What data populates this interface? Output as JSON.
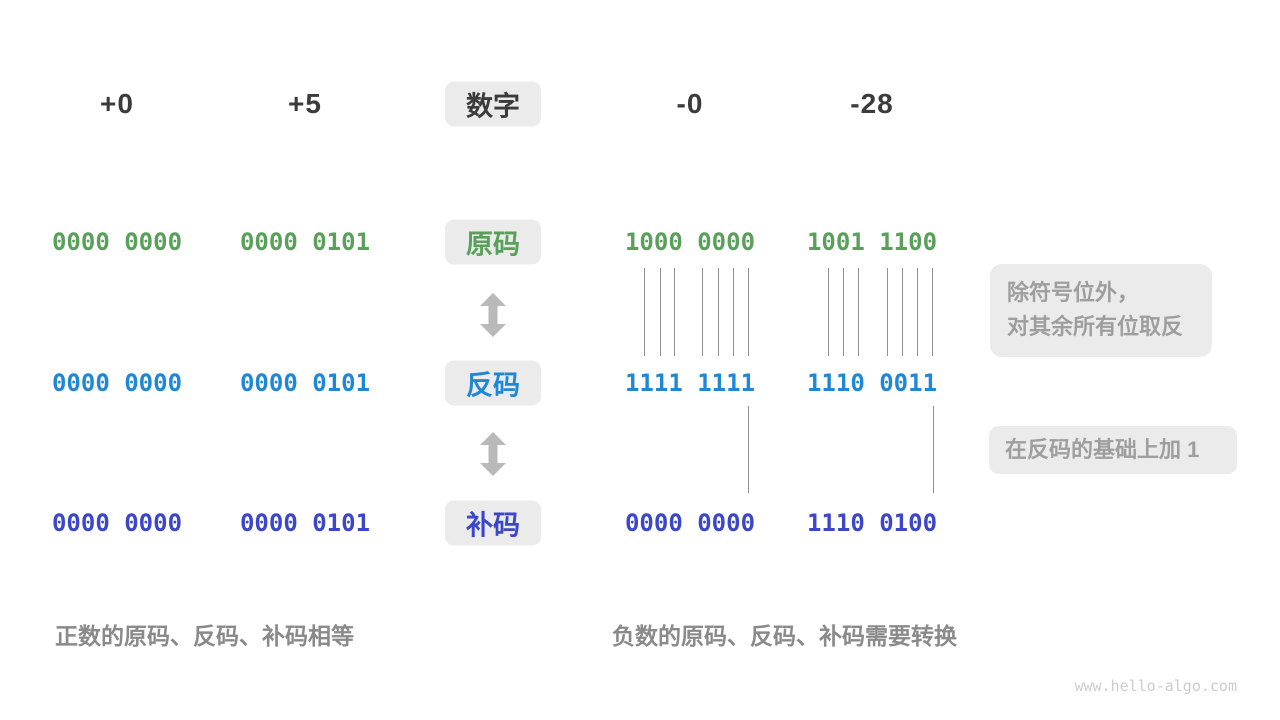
{
  "colors": {
    "ink": "#3b3b3b",
    "green": "#5aa05a",
    "blue": "#1e88d6",
    "indigo": "#3c46c8",
    "badge-bg": "#ebebeb",
    "note-text": "#9e9e9e",
    "caption": "#8a8a8a",
    "line": "#8f8f8f",
    "arrow": "#b9b9b9",
    "watermark": "#cccccc"
  },
  "header": {
    "badge": "数字",
    "columns": [
      "+0",
      "+5",
      "-0",
      "-28"
    ]
  },
  "rows": [
    {
      "key": "sign-magnitude",
      "badge": "原码",
      "values": [
        "0000 0000",
        "0000 0101",
        "1000 0000",
        "1001 1100"
      ]
    },
    {
      "key": "ones-complement",
      "badge": "反码",
      "values": [
        "0000 0000",
        "0000 0101",
        "1111 1111",
        "1110 0011"
      ]
    },
    {
      "key": "twos-complement",
      "badge": "补码",
      "values": [
        "0000 0000",
        "0000 0101",
        "0000 0000",
        "1110 0100"
      ]
    }
  ],
  "annotations": {
    "invert_line1": "除符号位外，",
    "invert_line2": "对其余所有位取反",
    "add_one": "在反码的基础上加 1"
  },
  "captions": {
    "positive": "正数的原码、反码、补码相等",
    "negative": "负数的原码、反码、补码需要转换"
  },
  "watermark": "www.hello-algo.com"
}
